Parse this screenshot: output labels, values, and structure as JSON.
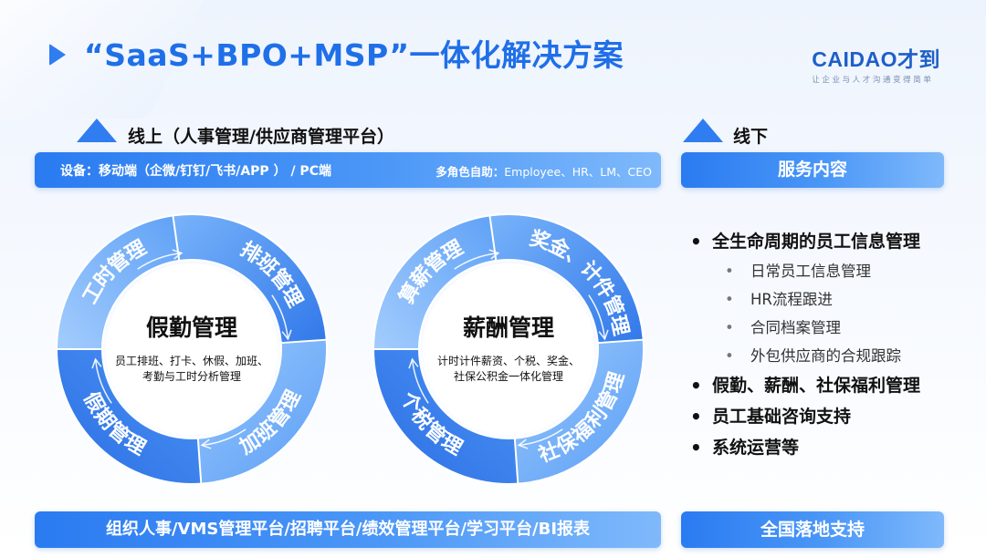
{
  "header": {
    "title": "“SaaS+BPO+MSP”一体化解决方案",
    "logo_main": "CAIDAO才到",
    "logo_sub": "让企业与人才沟通变得简单"
  },
  "online": {
    "label": "线上（人事管理/供应商管理平台）",
    "devices_label": "设备：",
    "devices_text": "移动端（企微/钉钉/飞书/APP ） / PC端",
    "roles_label": "多角色自助：",
    "roles_text": "Employee、HR、LM、CEO"
  },
  "offline": {
    "label": "线下",
    "service_title": "服务内容",
    "items": [
      {
        "level": 1,
        "text": "全生命周期的员工信息管理"
      },
      {
        "level": 2,
        "text": "日常员工信息管理"
      },
      {
        "level": 2,
        "text": "HR流程跟进"
      },
      {
        "level": 2,
        "text": "合同档案管理"
      },
      {
        "level": 2,
        "text": "外包供应商的合规跟踪"
      },
      {
        "level": 1,
        "text": "假勤、薪酬、社保福利管理"
      },
      {
        "level": 1,
        "text": "员工基础咨询支持"
      },
      {
        "level": 1,
        "text": "系统运营等"
      }
    ],
    "bottom": "全国落地支持"
  },
  "left_ring": {
    "center_title": "假勤管理",
    "center_desc_1": "员工排班、打卡、休假、加班、",
    "center_desc_2": "考勤与工时分析管理",
    "segments": [
      "工时管理",
      "排班管理",
      "加班管理",
      "假期管理"
    ]
  },
  "right_ring": {
    "center_title": "薪酬管理",
    "center_desc_1": "计时计件薪资、个税、奖金、",
    "center_desc_2": "社保公积金一体化管理",
    "segments": [
      "算薪管理",
      "奖金、计件管理",
      "社保福利管理",
      "个税管理"
    ]
  },
  "platforms": "组织人事/VMS管理平台/招聘平台/绩效管理平台/学习平台/BI报表",
  "colors": {
    "primary": "#2f7df0",
    "ring_dark": "#2b74e6",
    "ring_light": "#6aa8f7"
  }
}
